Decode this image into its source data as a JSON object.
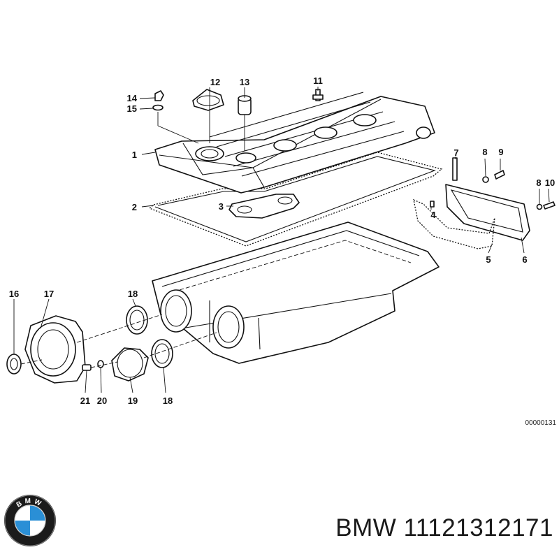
{
  "diagram": {
    "callouts": {
      "c1": "1",
      "c2": "2",
      "c3": "3",
      "c4": "4",
      "c5": "5",
      "c6": "6",
      "c7": "7",
      "c8a": "8",
      "c8b": "8",
      "c9": "9",
      "c10": "10",
      "c11": "11",
      "c12": "12",
      "c13": "13",
      "c14": "14",
      "c15": "15",
      "c16": "16",
      "c17": "17",
      "c18a": "18",
      "c18b": "18",
      "c19": "19",
      "c20": "20",
      "c21": "21"
    },
    "reference_code": "00000131"
  },
  "brand": {
    "name": "BMW",
    "part_number": "11121312171",
    "logo_text": "BMW",
    "logo_colors": {
      "ring": "#1b1b1b",
      "blue": "#2a8fd6",
      "white": "#ffffff"
    }
  }
}
